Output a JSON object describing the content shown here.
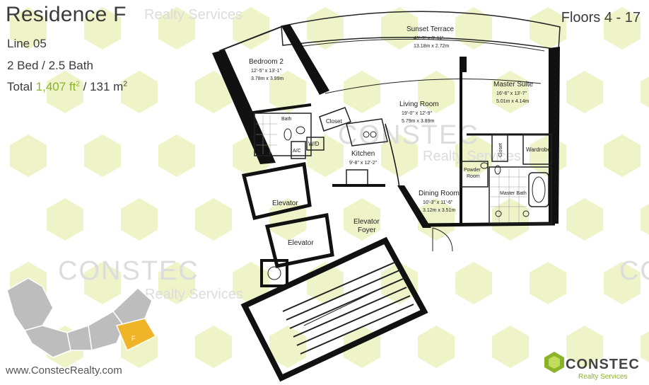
{
  "residence": {
    "title": "Residence F",
    "line": "Line 05",
    "beds_baths": "2 Bed / 2.5 Bath",
    "total_prefix": "Total ",
    "area_ft": "1,407 ft",
    "area_sep": " / 131 m",
    "sup": "2",
    "floors": "Floors 4 - 17"
  },
  "watermark": {
    "brand": "CONSTEC",
    "sub": "Realty Services"
  },
  "rooms": {
    "sunset_terrace": {
      "name": "Sunset Terrace",
      "dim_ft": "43'-3\" x 8'-11\"",
      "dim_m": "13.18m x 2.72m"
    },
    "bedroom2": {
      "name": "Bedroom 2",
      "dim_ft": "12'-5\" x 13'-1\"",
      "dim_m": "3.78m x 3.99m"
    },
    "living": {
      "name": "Living Room",
      "dim_ft": "19'-0\" x 12'-9\"",
      "dim_m": "5.79m x 3.89m"
    },
    "master": {
      "name": "Master Suite",
      "dim_ft": "16'-6\" x 13'-7\"",
      "dim_m": "5.01m x 4.14m"
    },
    "kitchen": {
      "name": "Kitchen",
      "dim_ft": "9'-8\" x 12'-2\""
    },
    "dining": {
      "name": "Dining Room",
      "dim_ft": "10'-3\" x 11'-6\"",
      "dim_m": "3.12m x 3.51m"
    },
    "closet": "Closet",
    "closet2": "Closet",
    "wardrobe": "Wardrobe",
    "powder": "Powder",
    "powder2": "Room",
    "master_bath": "Master Bath",
    "bath": "Bath",
    "ac": "A/C",
    "wd": "W/D",
    "elevator1": "Elevator",
    "elevator2": "Elevator",
    "foyer1": "Elevator",
    "foyer2": "Foyer"
  },
  "keyplan": {
    "unit_letter": "F",
    "highlight": "#f0b429",
    "base": "#bdbdbd"
  },
  "footer": {
    "url": "www.ConstecRealty.com",
    "logo_name": "CONSTEC",
    "logo_sub": "Realty Services"
  },
  "colors": {
    "wall": "#111111",
    "watermark_green": "#eef3c8",
    "accent_green": "#8ab32a"
  }
}
